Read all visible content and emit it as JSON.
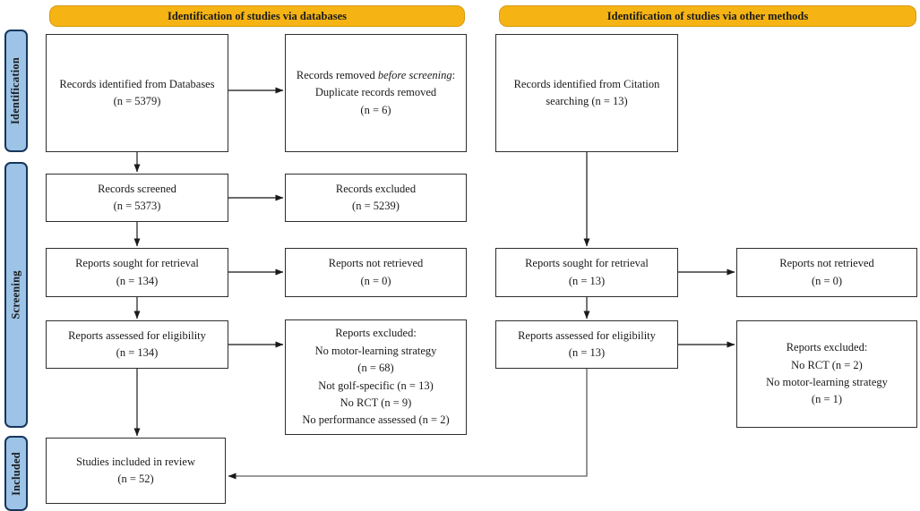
{
  "banners": [
    {
      "label": "Identification of studies via databases"
    },
    {
      "label": "Identification of studies via other methods"
    }
  ],
  "sidebar": [
    {
      "label": "Identification"
    },
    {
      "label": "Screening"
    },
    {
      "label": "Included"
    }
  ],
  "boxes": {
    "db_identified": {
      "lines": [
        "Records identified from Databases",
        "(n = 5379)"
      ]
    },
    "removed_before": {
      "line1_pre": "Records removed ",
      "line1_italic": "before screening",
      "line1_post": ":",
      "line2": "Duplicate records removed",
      "line3": "(n = 6)"
    },
    "citation_identified": {
      "lines": [
        "Records identified from Citation",
        "searching (n = 13)"
      ]
    },
    "records_screened": {
      "lines": [
        "Records screened",
        "(n = 5373)"
      ]
    },
    "records_excluded": {
      "lines": [
        "Records excluded",
        "(n = 5239)"
      ]
    },
    "reports_sought_db": {
      "lines": [
        "Reports sought for retrieval",
        "(n = 134)"
      ]
    },
    "reports_not_retrieved_db": {
      "lines": [
        "Reports not retrieved",
        "(n = 0)"
      ]
    },
    "reports_sought_other": {
      "lines": [
        "Reports sought for retrieval",
        "(n = 13)"
      ]
    },
    "reports_not_retrieved_other": {
      "lines": [
        "Reports not retrieved",
        "(n = 0)"
      ]
    },
    "reports_assessed_db": {
      "lines": [
        "Reports assessed for eligibility",
        "(n = 134)"
      ]
    },
    "reports_excluded_db": {
      "lines": [
        "Reports excluded:",
        "No motor-learning strategy",
        "(n = 68)",
        "Not golf-specific (n = 13)",
        "No RCT (n = 9)",
        "No performance assessed (n = 2)"
      ]
    },
    "reports_assessed_other": {
      "lines": [
        "Reports assessed for eligibility",
        "(n = 13)"
      ]
    },
    "reports_excluded_other": {
      "lines": [
        "Reports excluded:",
        "No RCT (n = 2)",
        "No motor-learning strategy",
        "(n = 1)"
      ]
    },
    "studies_included": {
      "lines": [
        "Studies included in review",
        "(n = 52)"
      ]
    }
  },
  "colors": {
    "banner_bg": "#F5B414",
    "banner_border": "#D89A12",
    "sidebar_bg": "#9DC3E6",
    "sidebar_border": "#16365C",
    "arrow_line": "#3a3a3a",
    "arrow_line_light": "#7a7a7a",
    "box_border": "#2e2e2e"
  }
}
